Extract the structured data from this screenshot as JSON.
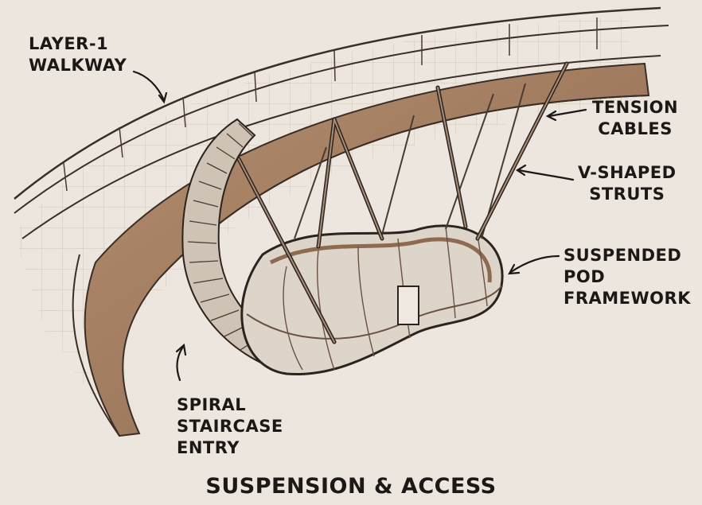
{
  "title": "SUSPENSION & ACCESS",
  "labels": {
    "walkway": [
      "LAYER-1",
      "WALKWAY"
    ],
    "cables": [
      "TENSION",
      "CABLES"
    ],
    "struts": [
      "V-SHAPED",
      "STRUTS"
    ],
    "pod": [
      "SUSPENDED",
      "POD",
      "FRAMEWORK"
    ],
    "stair": [
      "SPIRAL",
      "STAIRCASE",
      "ENTRY"
    ]
  },
  "colors": {
    "background": "#ece6df",
    "ink": "#1c1816",
    "ring_wood": "#a57e60",
    "ring_wood_dark": "#7a5840",
    "glass": "#ddd4ca"
  }
}
